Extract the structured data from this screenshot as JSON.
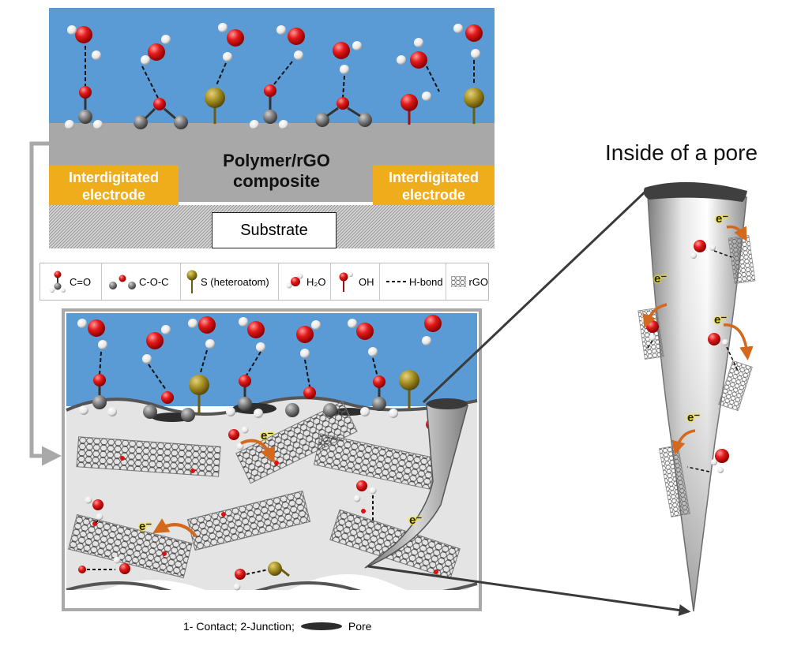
{
  "top": {
    "composite_line1": "Polymer/rGO",
    "composite_line2": "composite",
    "electrode_left_line1": "Interdigitated",
    "electrode_left_line2": "electrode",
    "electrode_right_line1": "Interdigitated",
    "electrode_right_line2": "electrode",
    "substrate": "Substrate"
  },
  "legend": {
    "carbonyl": "C=O",
    "ether": "C-O-C",
    "sulfur": "S (heteroatom)",
    "water": "H₂O",
    "hydroxyl": "OH",
    "hbond": "H-bond",
    "rgo": "rGO"
  },
  "pore": {
    "title": "Inside of a pore"
  },
  "electron_label": "e⁻",
  "caption": {
    "text_before": "1- Contact;  2-Junction;",
    "text_after": "Pore"
  },
  "colors": {
    "water_blue": "#5b9bd5",
    "electrode_gold": "#f0ad1b",
    "composite_gray": "#a8a8a8",
    "oxygen_red": "#e01010",
    "sulfur_gold": "#a08a1e",
    "arrow_orange": "#d4681c"
  }
}
